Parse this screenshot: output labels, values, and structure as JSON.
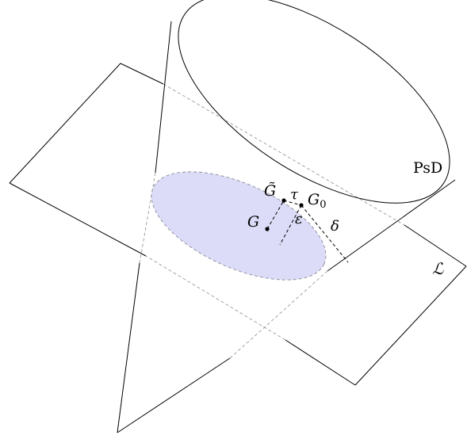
{
  "labels": {
    "psd": "PsD",
    "subspace": "ℒ",
    "g_tilde": "G̃",
    "tau": "τ",
    "g0_base": "G",
    "g0_sub": "0",
    "g": "G",
    "epsilon": "ε",
    "delta": "δ"
  },
  "colors": {
    "stroke": "#000000",
    "hidden_edge": "#9a9a9a",
    "ellipse_fill": "#dcdcf8",
    "ellipse_edge": "#8a8a9a",
    "point": "#000000"
  }
}
